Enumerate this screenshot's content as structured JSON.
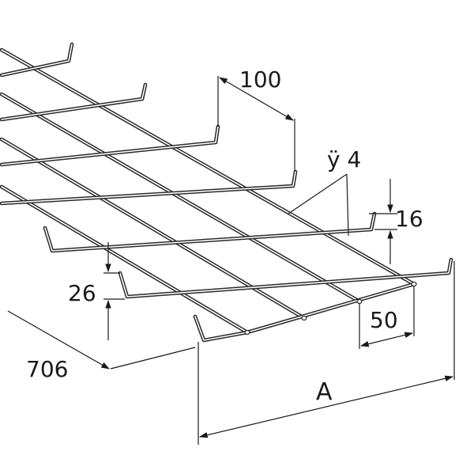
{
  "diagram": {
    "subject": "wire mesh cable tray",
    "dimension_labels": {
      "mesh_pitch_longitudinal": "100",
      "wire_diameter": "ÿ 4",
      "hook_height": "16",
      "side_height": "26",
      "mesh_pitch_transverse": "50",
      "length": "706",
      "width": "A"
    }
  }
}
